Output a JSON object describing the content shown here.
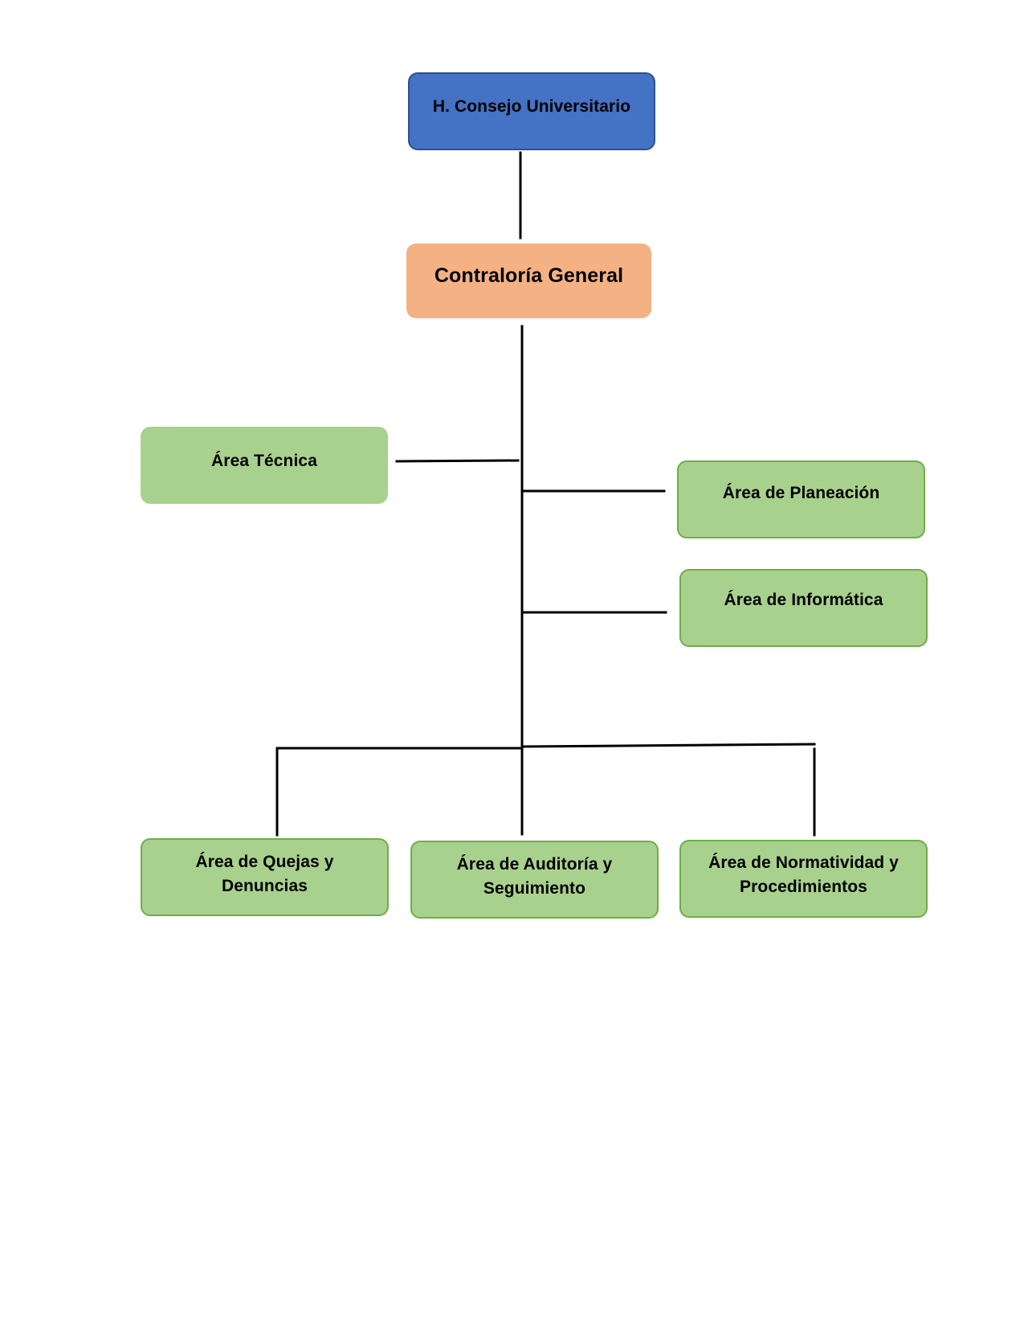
{
  "org_chart": {
    "board": {
      "label": "H. Consejo Universitario",
      "color": "#4472c4"
    },
    "comptroller": {
      "label": "Contraloría General",
      "color": "#f4b183"
    },
    "area_color": "#a9d18e",
    "area_border_color": "#70ad47",
    "areas": {
      "tecnica": {
        "label": "Área Técnica"
      },
      "planeacion": {
        "label": "Área de Planeación"
      },
      "informatica": {
        "label": "Área de Informática"
      },
      "quejas": {
        "line1": "Área de Quejas y",
        "line2": "Denuncias"
      },
      "auditoria": {
        "line1": "Área de Auditoría y",
        "line2": "Seguimiento"
      },
      "normatividad": {
        "line1": "Área de Normatividad y",
        "line2": "Procedimientos"
      }
    }
  }
}
